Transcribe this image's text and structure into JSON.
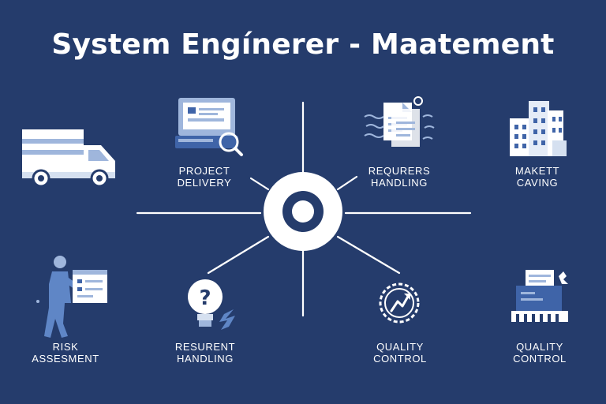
{
  "title": "System Engínerer - Maatement",
  "colors": {
    "background": "#253c6c",
    "accent_light": "#9fb6dc",
    "white": "#ffffff"
  },
  "hub": {
    "icon": "ring-icon"
  },
  "nodes": [
    {
      "id": "truck",
      "icon": "delivery-truck-icon",
      "line1": "",
      "line2": ""
    },
    {
      "id": "project-delivery",
      "icon": "laptop-search-icon",
      "line1": "PROJECT",
      "line2": "DELIVERY"
    },
    {
      "id": "requirements",
      "icon": "documents-icon",
      "line1": "REQURERS",
      "line2": "HANDLING"
    },
    {
      "id": "market",
      "icon": "buildings-icon",
      "line1": "MAKETT",
      "line2": "CAVING"
    },
    {
      "id": "risk",
      "icon": "person-board-icon",
      "line1": "RISK",
      "line2": "ASSESMENT"
    },
    {
      "id": "resurent",
      "icon": "question-bulb-icon",
      "line1": "RESURENT",
      "line2": "HANDLING"
    },
    {
      "id": "quality1",
      "icon": "gear-arrow-icon",
      "line1": "QUALITY",
      "line2": "CONTROL"
    },
    {
      "id": "quality2",
      "icon": "machine-icon",
      "line1": "QUALITY",
      "line2": "CONTROL"
    }
  ]
}
